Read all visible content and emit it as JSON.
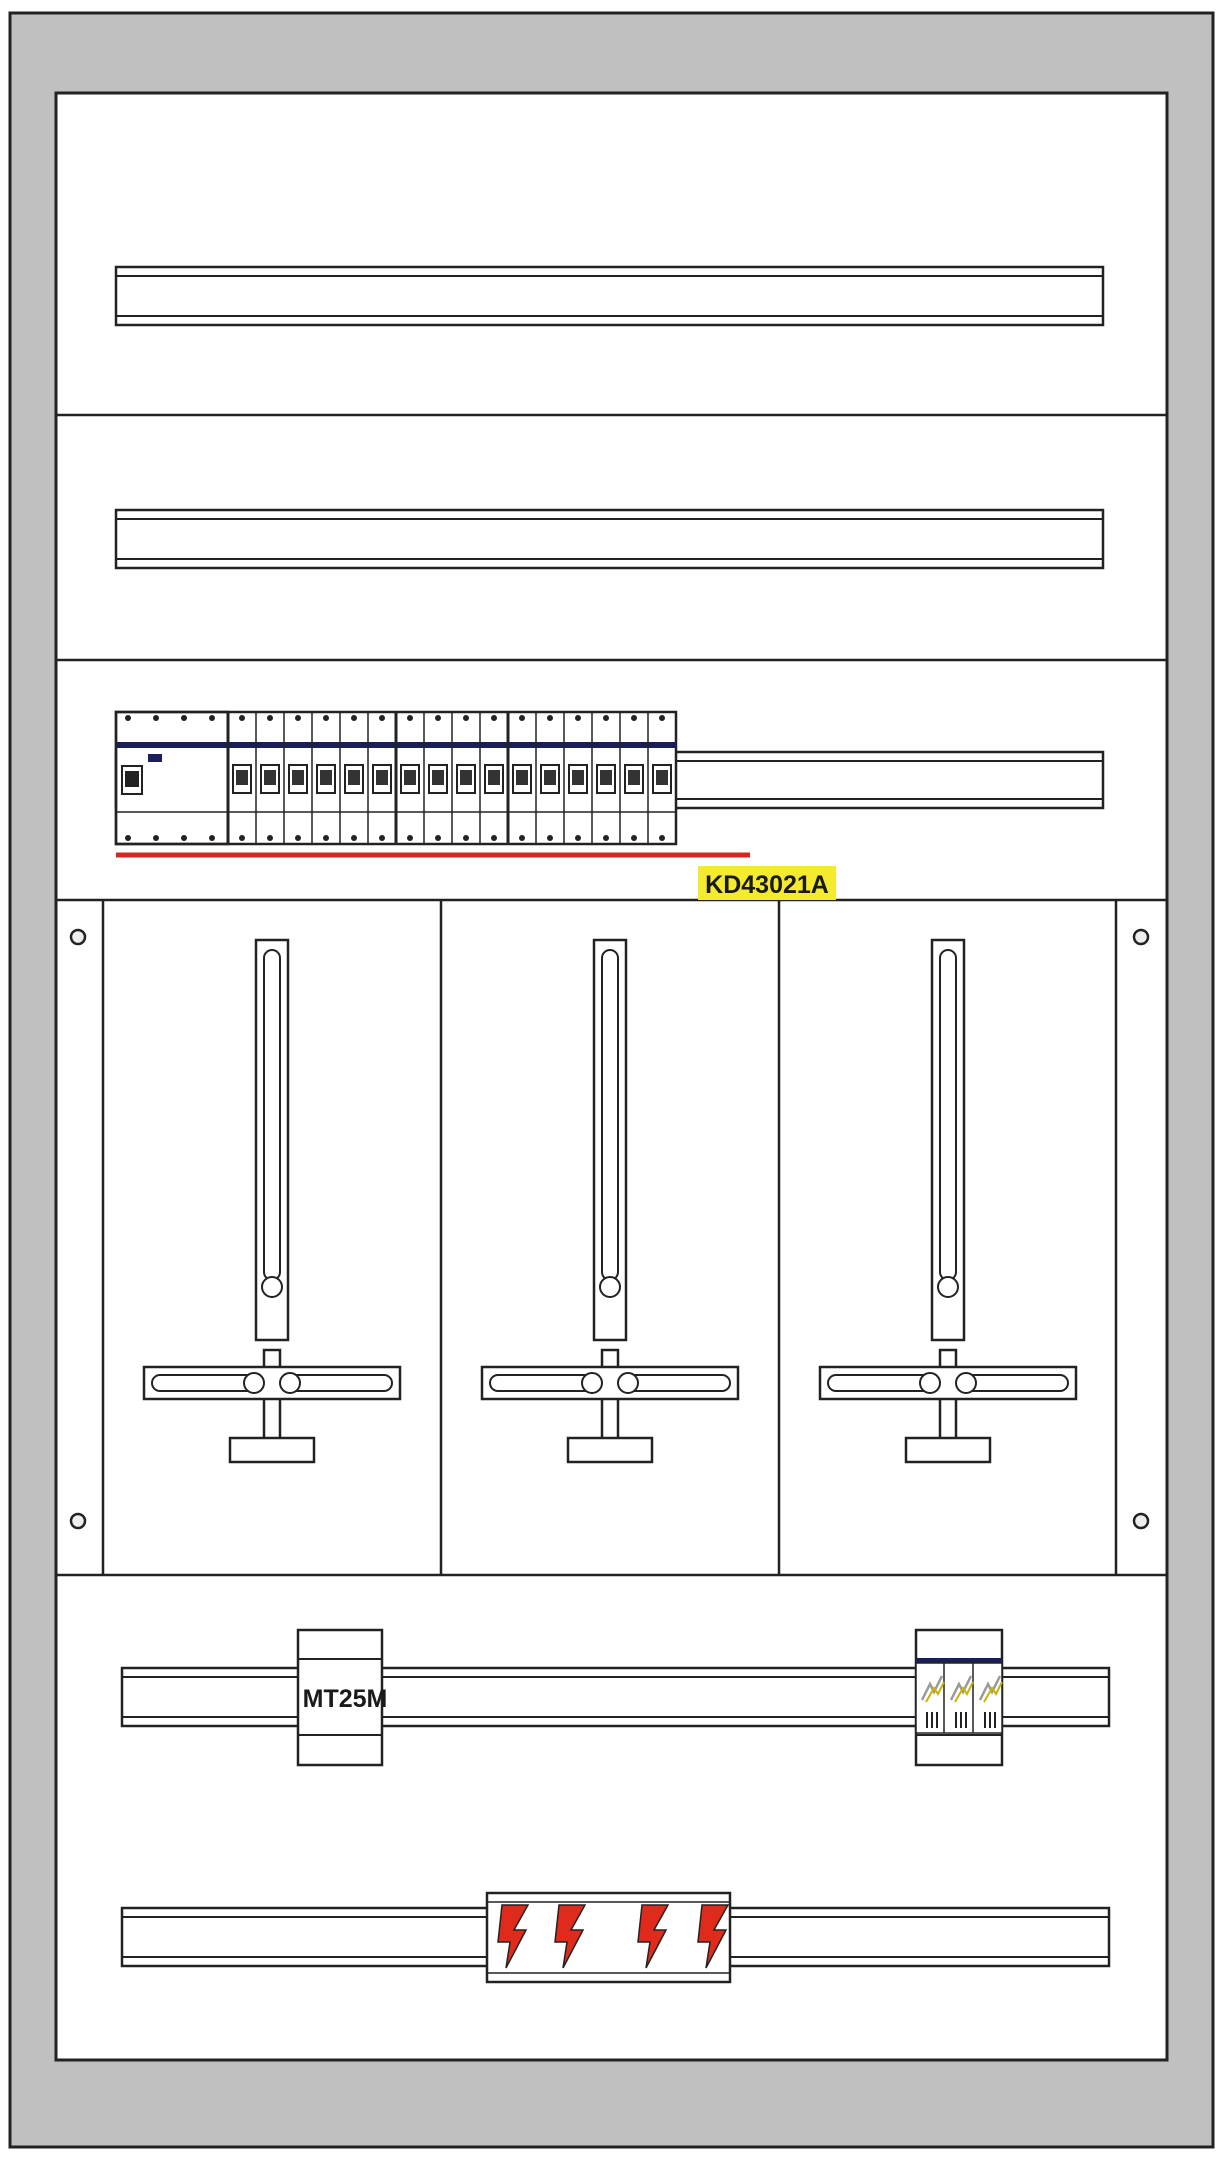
{
  "labels": {
    "kd_code": "KD43021A",
    "mt_code": "MT25M"
  },
  "colors": {
    "frame": "#c1c0c1",
    "line": "#222222",
    "highlight": "#f4ea2e",
    "red_line": "#cc2a22",
    "busbar": "#1a1f5c",
    "lightning_red": "#e02a1c"
  },
  "breaker_strip": {
    "main_unit_count": 1,
    "breaker_count": 16
  },
  "meter_panels": 3,
  "icons": [
    "screw-icon",
    "lightning-bolt-icon",
    "surge-arrester-icon"
  ]
}
